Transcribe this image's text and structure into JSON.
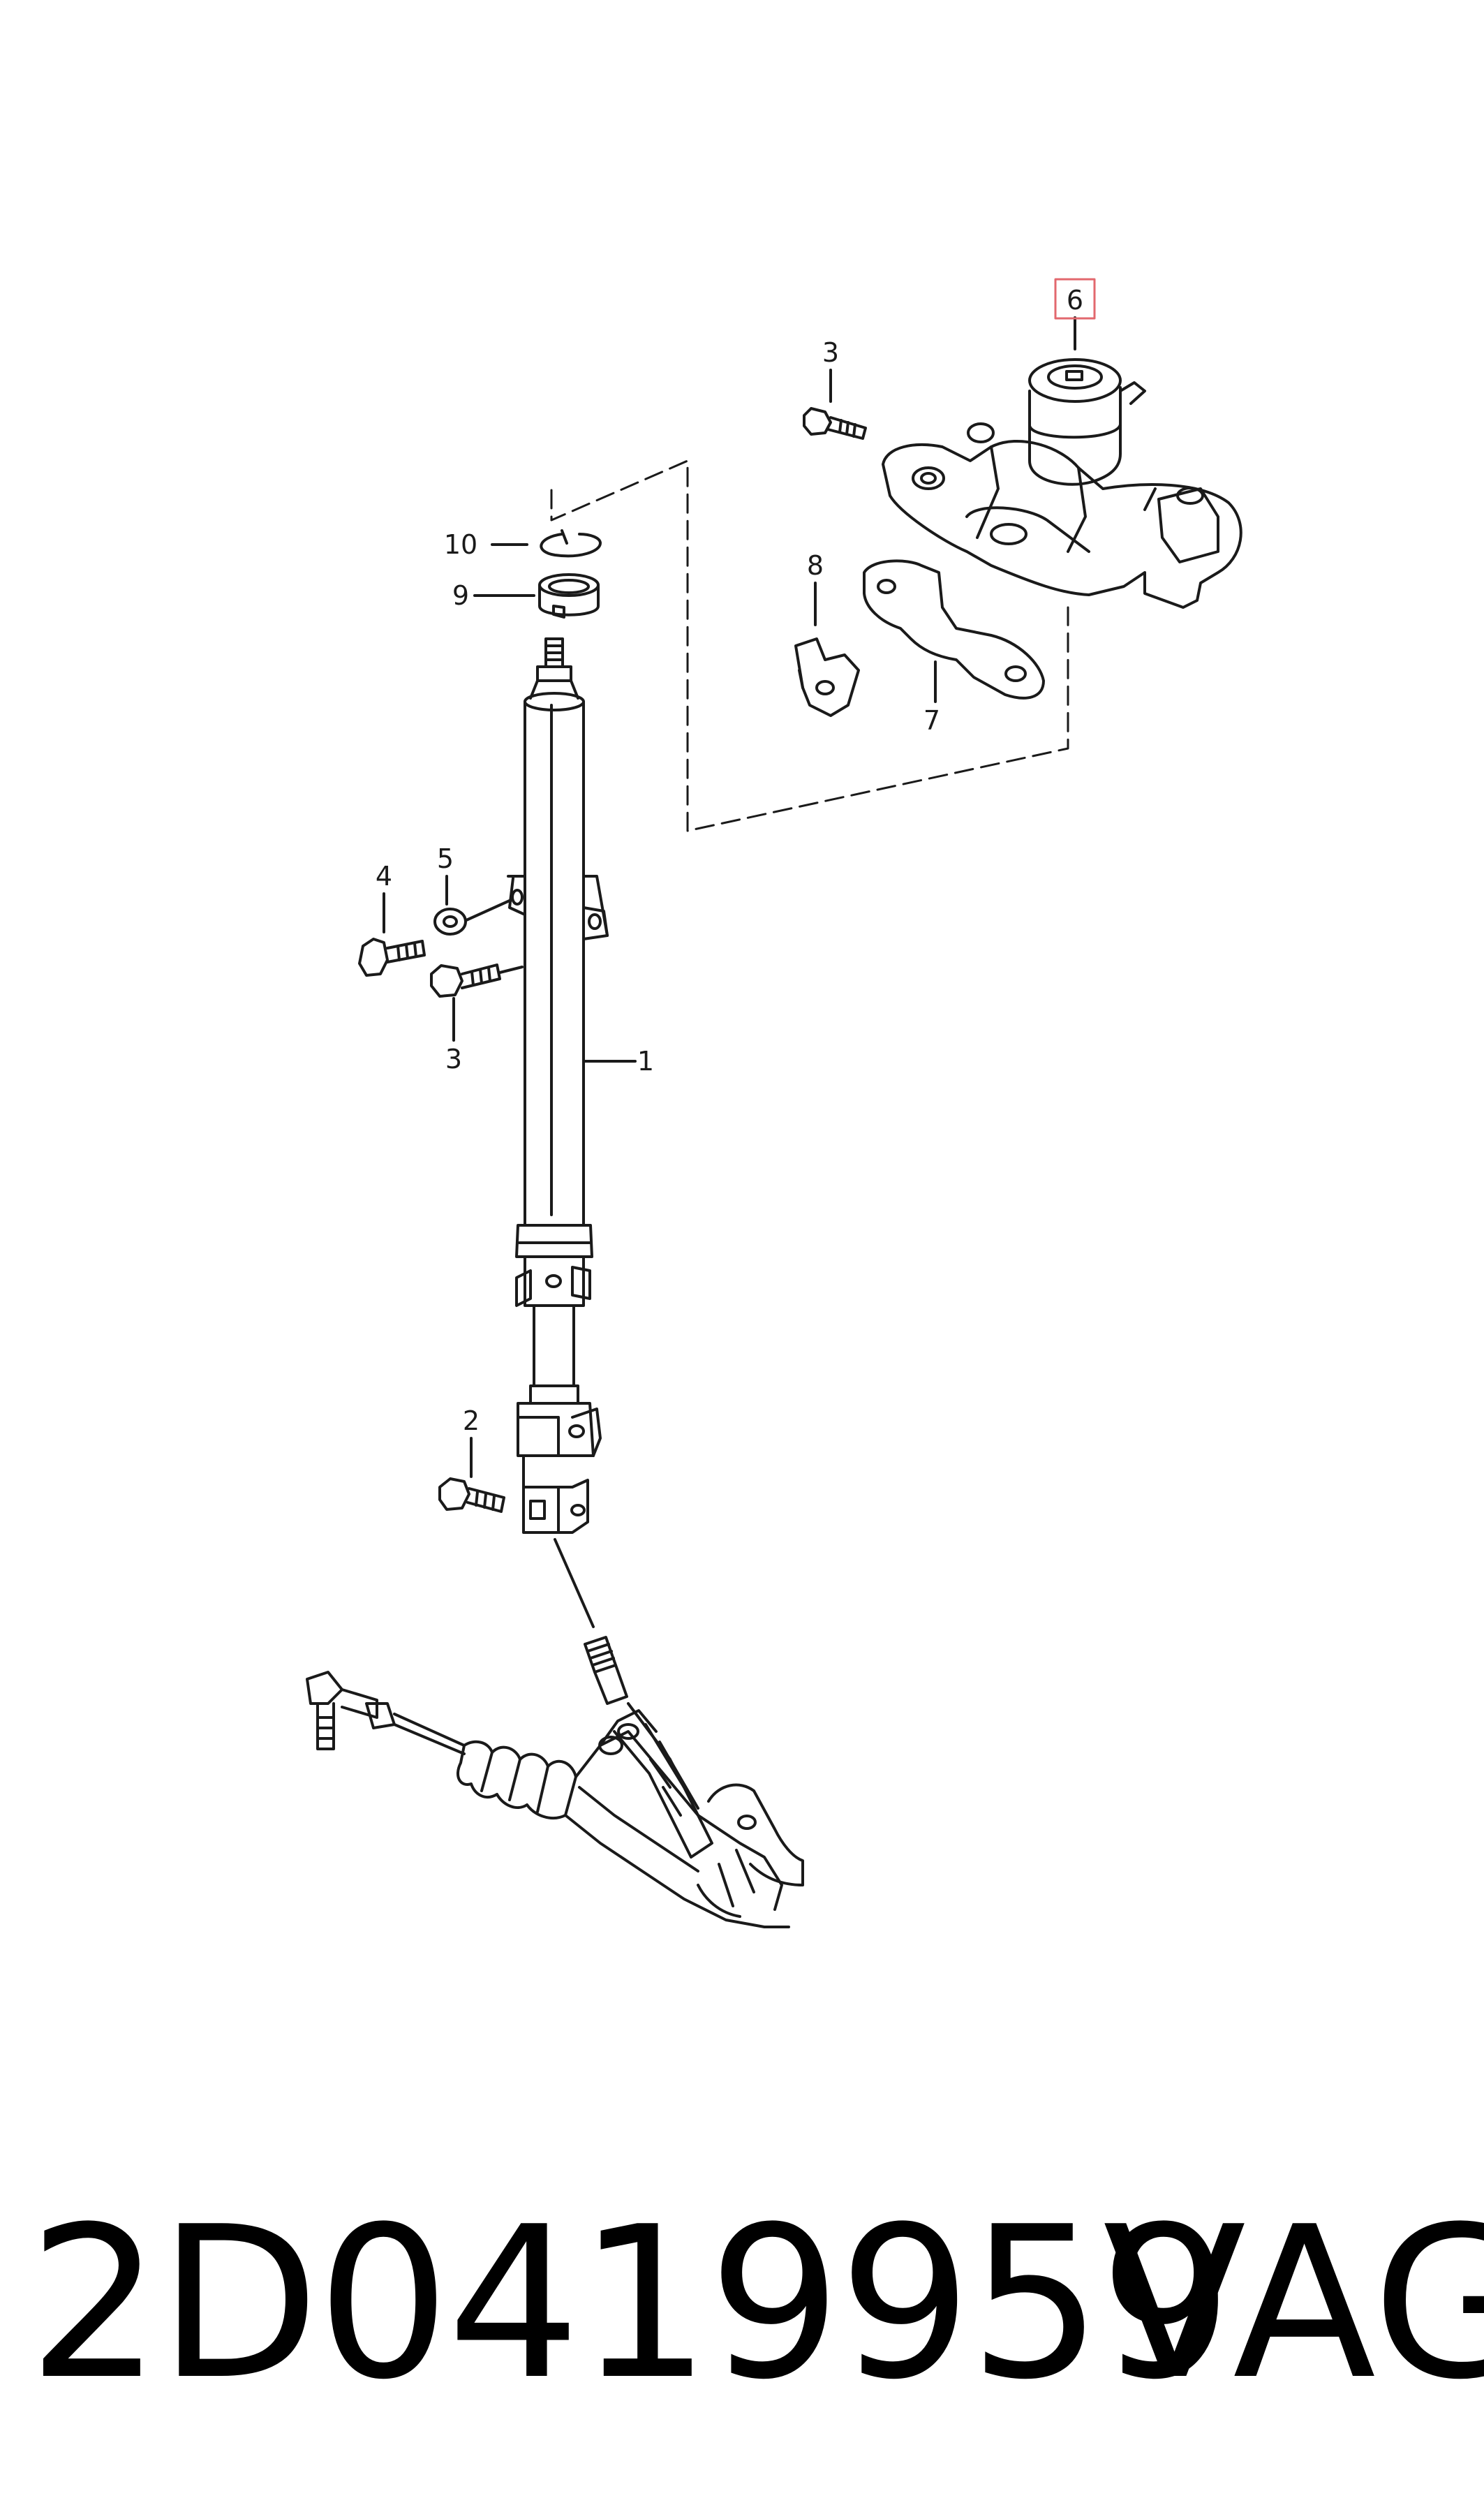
{
  "diagram": {
    "callouts": [
      {
        "id": "6",
        "label": "6",
        "highlighted": true
      },
      {
        "id": "3a",
        "label": "3"
      },
      {
        "id": "10",
        "label": "10"
      },
      {
        "id": "9",
        "label": "9"
      },
      {
        "id": "8",
        "label": "8"
      },
      {
        "id": "7",
        "label": "7"
      },
      {
        "id": "4",
        "label": "4"
      },
      {
        "id": "5",
        "label": "5"
      },
      {
        "id": "3b",
        "label": "3"
      },
      {
        "id": "1",
        "label": "1"
      },
      {
        "id": "2",
        "label": "2"
      }
    ],
    "highlight_color": "#e2686e",
    "line_color": "#1a1a1a"
  },
  "footer": {
    "part_number": "2D0419959",
    "brand": "VAG"
  }
}
